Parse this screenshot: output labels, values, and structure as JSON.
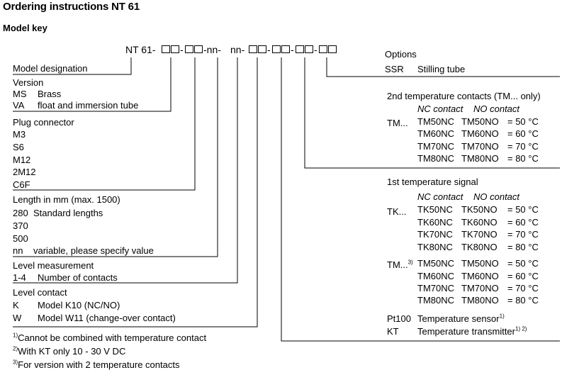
{
  "title": "Ordering instructions NT 61",
  "subtitle": "Model key",
  "key": {
    "prefix": "NT 61-",
    "nn1": "-nn-",
    "nn2": "nn-",
    "dash": "-"
  },
  "left": {
    "model_designation": "Model designation",
    "version": {
      "heading": "Version",
      "items": [
        {
          "code": "MS",
          "desc": "Brass"
        },
        {
          "code": "VA",
          "desc": "float and immersion tube"
        }
      ]
    },
    "plug": {
      "heading": "Plug connector",
      "items": [
        "M3",
        "S6",
        "M12",
        "2M12",
        "C6F"
      ]
    },
    "length": {
      "heading": "Length in mm (max. 1500)",
      "items": [
        {
          "code": "280",
          "desc": "Standard lengths"
        },
        {
          "code": "370",
          "desc": ""
        },
        {
          "code": "500",
          "desc": ""
        },
        {
          "code": "nn",
          "desc": "variable, please specify value"
        }
      ]
    },
    "level_measurement": {
      "heading": "Level measurement",
      "code": "1-4",
      "desc": "Number of contacts"
    },
    "level_contact": {
      "heading": "Level contact",
      "items": [
        {
          "code": "K",
          "desc": "Model K10 (NC/NO)"
        },
        {
          "code": "W",
          "desc": "Model W11 (change-over contact)"
        }
      ]
    }
  },
  "footnotes": [
    {
      "mark": "1)",
      "text": "Cannot be combined with temperature contact"
    },
    {
      "mark": "2)",
      "text": "With KT only 10 - 30 V DC"
    },
    {
      "mark": "3)",
      "text": "For version with 2 temperature contacts"
    }
  ],
  "right": {
    "options": {
      "heading": "Options",
      "code": "SSR",
      "desc": "Stilling tube"
    },
    "temp2": {
      "heading": "2nd temperature contacts (TM... only)",
      "col_nc": "NC contact",
      "col_no": "NO contact",
      "prefix": "TM...",
      "rows": [
        {
          "nc": "TM50NC",
          "no": "TM50NO",
          "val": "= 50 °C"
        },
        {
          "nc": "TM60NC",
          "no": "TM60NO",
          "val": "= 60 °C"
        },
        {
          "nc": "TM70NC",
          "no": "TM70NO",
          "val": "= 70 °C"
        },
        {
          "nc": "TM80NC",
          "no": "TM80NO",
          "val": "= 80 °C"
        }
      ]
    },
    "temp1": {
      "heading": "1st temperature signal",
      "col_nc": "NC contact",
      "col_no": "NO contact",
      "tk_prefix": "TK...",
      "tk_rows": [
        {
          "nc": "TK50NC",
          "no": "TK50NO",
          "val": "= 50 °C"
        },
        {
          "nc": "TK60NC",
          "no": "TK60NO",
          "val": "= 60 °C"
        },
        {
          "nc": "TK70NC",
          "no": "TK70NO",
          "val": "= 70 °C"
        },
        {
          "nc": "TK80NC",
          "no": "TK80NO",
          "val": "= 80 °C"
        }
      ],
      "tm_prefix": "TM...",
      "tm_mark": "3)",
      "tm_rows": [
        {
          "nc": "TM50NC",
          "no": "TM50NO",
          "val": "= 50 °C"
        },
        {
          "nc": "TM60NC",
          "no": "TM60NO",
          "val": "= 60 °C"
        },
        {
          "nc": "TM70NC",
          "no": "TM70NO",
          "val": "= 70 °C"
        },
        {
          "nc": "TM80NC",
          "no": "TM80NO",
          "val": "= 80 °C"
        }
      ],
      "pt100": {
        "code": "Pt100",
        "desc": "Temperature sensor",
        "mark": "1)"
      },
      "kt": {
        "code": "KT",
        "desc": "Temperature transmitter",
        "mark": "1) 2)"
      }
    }
  }
}
